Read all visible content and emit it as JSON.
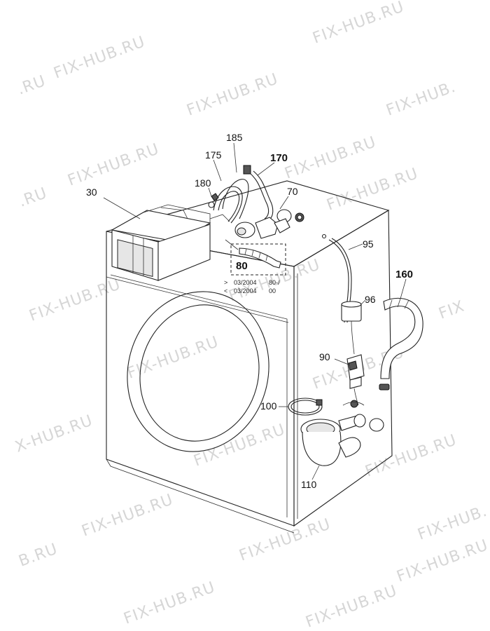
{
  "watermark": {
    "text": "FIX-HUB.RU",
    "partial_left": ".RU",
    "partial_left2": "X-HUB.RU",
    "partial_left3": "B.RU",
    "partial_right": "FIX",
    "partial_right2": "FIX-HUB.",
    "partial_right3": "FIX-HUB."
  },
  "callouts": {
    "c30": "30",
    "c175": "175",
    "c185": "185",
    "c170": "170",
    "c180": "180",
    "c70": "70",
    "c95": "95",
    "c80": "80",
    "c96": "96",
    "c160": "160",
    "c90": "90",
    "c100": "100",
    "c110": "110"
  },
  "notes": {
    "after_prefix": ">",
    "after_date": "03/2004",
    "after_code": "80-/",
    "before_prefix": "<",
    "before_date": "03/2004",
    "before_code": "00"
  }
}
